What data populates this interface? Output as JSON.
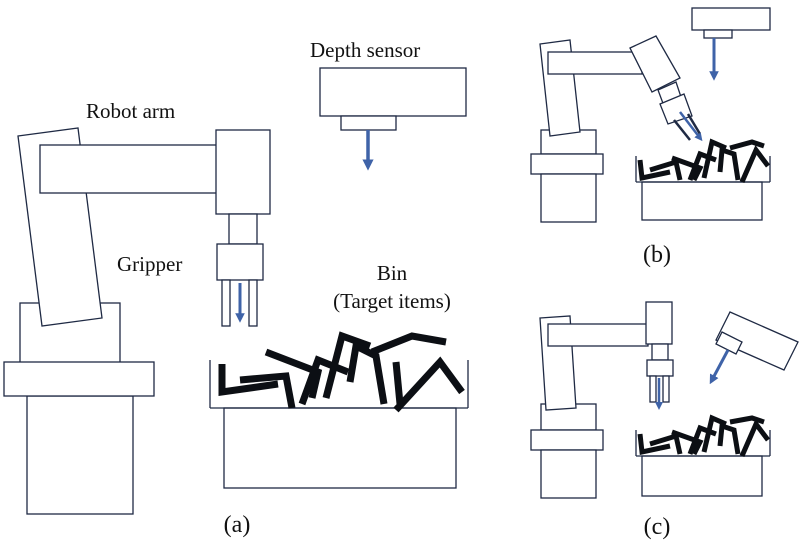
{
  "labels": {
    "robot_arm": "Robot arm",
    "depth_sensor": "Depth sensor",
    "gripper": "Gripper",
    "bin_line1": "Bin",
    "bin_line2": "(Target items)"
  },
  "panels": {
    "a": "(a)",
    "b": "(b)",
    "c": "(c)"
  },
  "colors": {
    "outline": "#1f2a44",
    "arrow": "#3f63a8",
    "items": "#0c0f14"
  }
}
